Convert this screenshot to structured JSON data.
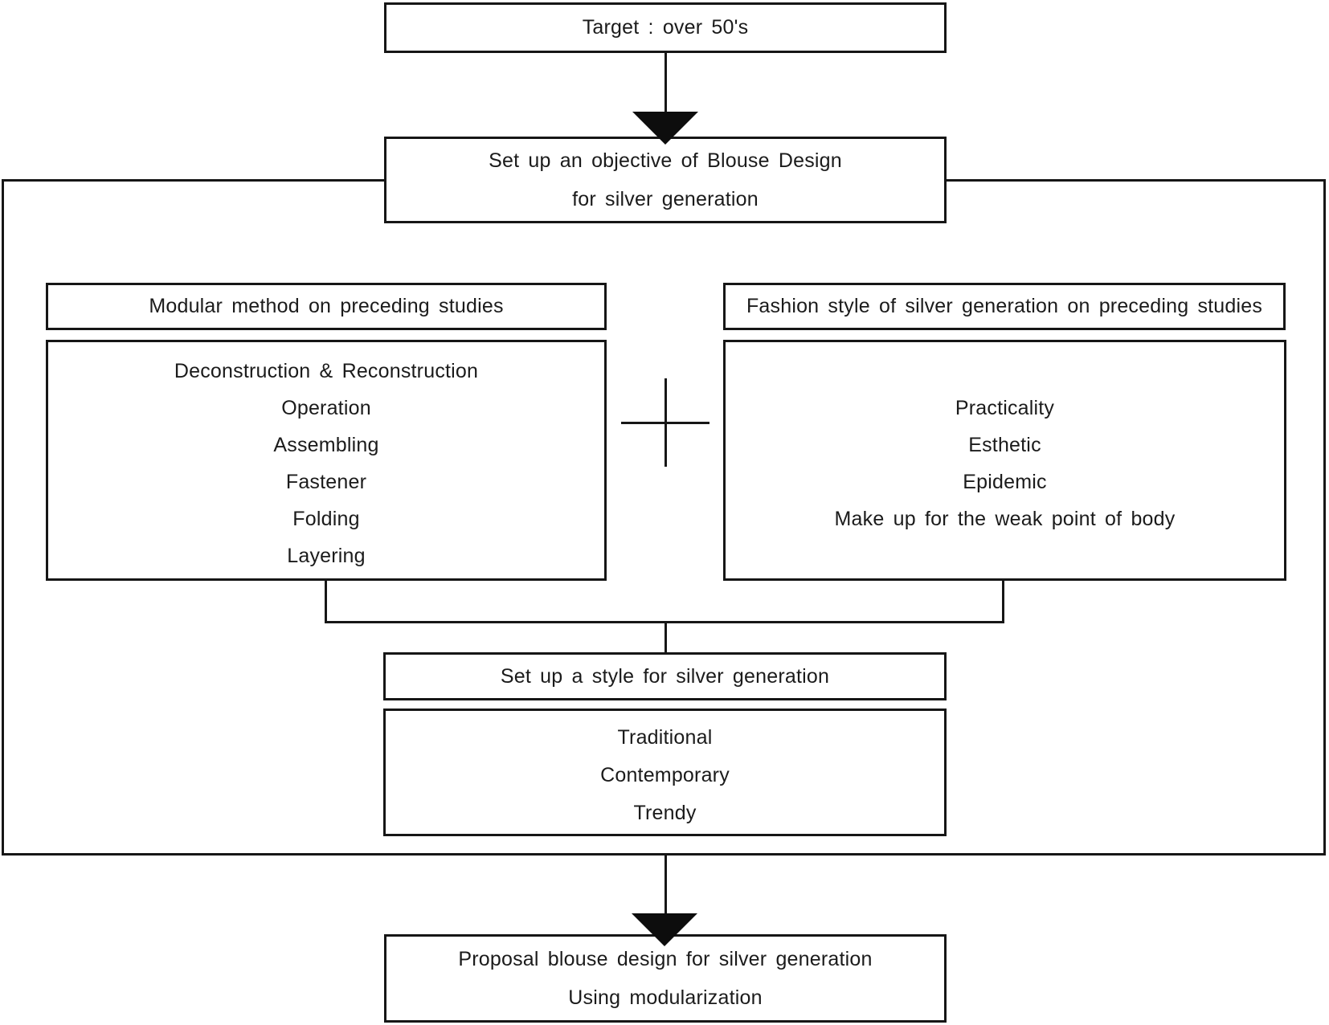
{
  "diagram": {
    "colors": {
      "background": "#ffffff",
      "line": "#161616",
      "text": "#1b1b1b"
    },
    "target": {
      "label": "Target : over 50's"
    },
    "objective": {
      "line1": "Set up an objective of Blouse Design",
      "line2": "for silver generation"
    },
    "left_column": {
      "header": "Modular method on preceding studies",
      "items": [
        "Deconstruction & Reconstruction",
        "Operation",
        "Assembling",
        "Fastener",
        "Folding",
        "Layering"
      ]
    },
    "right_column": {
      "header": "Fashion style of silver generation on preceding studies",
      "items": [
        "Practicality",
        "Esthetic",
        "Epidemic",
        "Make up for the weak point of body"
      ]
    },
    "combiner": "plus-sign",
    "style_setup": {
      "header": "Set up a style for silver generation",
      "items": [
        "Traditional",
        "Contemporary",
        "Trendy"
      ]
    },
    "proposal": {
      "line1": "Proposal blouse design for silver generation",
      "line2": "Using modularization"
    }
  }
}
